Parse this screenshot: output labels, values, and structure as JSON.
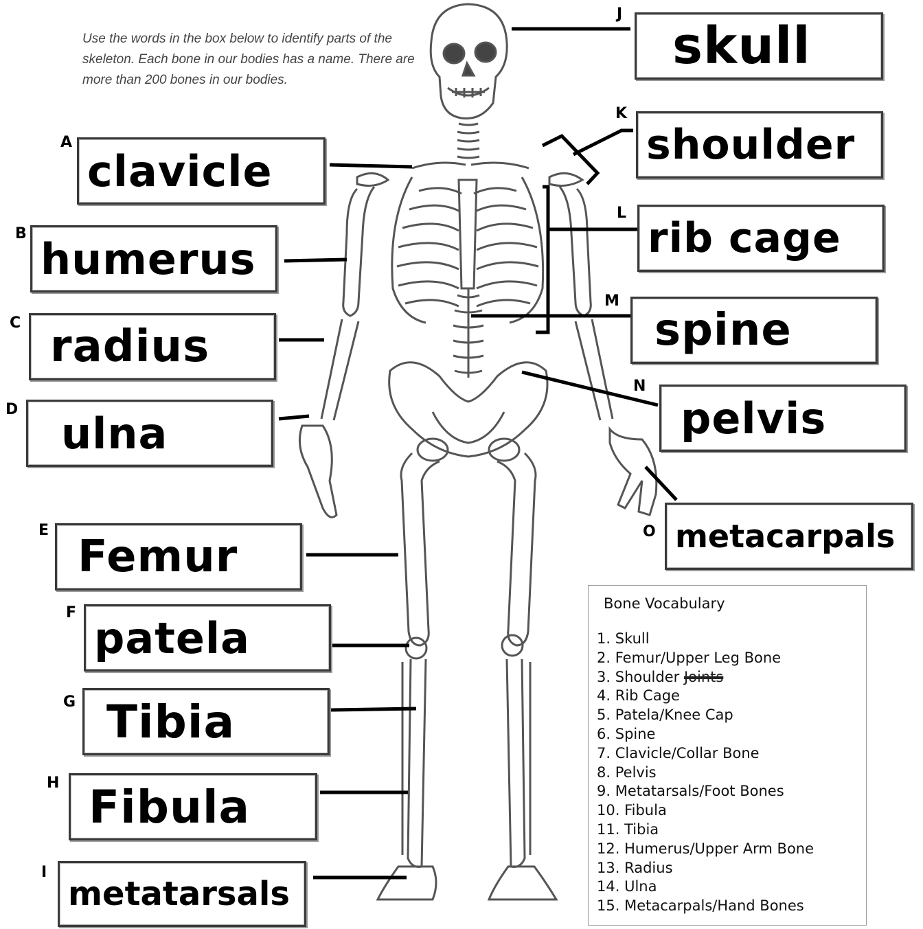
{
  "instructions": "Use the words in the box below to identify parts of the skeleton. Each bone in our bodies has a name. There are more than 200 bones in our bodies.",
  "labels": [
    {
      "letter": "J",
      "answer": "skull"
    },
    {
      "letter": "A",
      "answer": "clavicle"
    },
    {
      "letter": "K",
      "answer": "shoulder"
    },
    {
      "letter": "B",
      "answer": "humerus"
    },
    {
      "letter": "L",
      "answer": "rib cage"
    },
    {
      "letter": "C",
      "answer": "radius"
    },
    {
      "letter": "M",
      "answer": "spine"
    },
    {
      "letter": "D",
      "answer": "ulna"
    },
    {
      "letter": "N",
      "answer": "pelvis"
    },
    {
      "letter": "E",
      "answer": "Femur"
    },
    {
      "letter": "O",
      "answer": "metacarpals"
    },
    {
      "letter": "F",
      "answer": "patela"
    },
    {
      "letter": "G",
      "answer": "Tibia"
    },
    {
      "letter": "H",
      "answer": "Fibula"
    },
    {
      "letter": "I",
      "answer": "metatarsals"
    }
  ],
  "vocabulary": {
    "title": "Bone Vocabulary",
    "items": [
      {
        "num": "1.",
        "text": "Skull",
        "struck": ""
      },
      {
        "num": "2.",
        "text": "Femur/Upper Leg Bone",
        "struck": ""
      },
      {
        "num": "3.",
        "text": "Shoulder",
        "struck": "Joints"
      },
      {
        "num": "4.",
        "text": "Rib Cage",
        "struck": ""
      },
      {
        "num": "5.",
        "text": "Patela/Knee Cap",
        "struck": ""
      },
      {
        "num": "6.",
        "text": "Spine",
        "struck": ""
      },
      {
        "num": "7.",
        "text": "Clavicle/Collar Bone",
        "struck": ""
      },
      {
        "num": "8.",
        "text": "Pelvis",
        "struck": ""
      },
      {
        "num": "9.",
        "text": "Metatarsals/Foot Bones",
        "struck": ""
      },
      {
        "num": "10.",
        "text": "Fibula",
        "struck": ""
      },
      {
        "num": "11.",
        "text": "Tibia",
        "struck": ""
      },
      {
        "num": "12.",
        "text": "Humerus/Upper Arm Bone",
        "struck": ""
      },
      {
        "num": "13.",
        "text": "Radius",
        "struck": ""
      },
      {
        "num": "14.",
        "text": "Ulna",
        "struck": ""
      },
      {
        "num": "15.",
        "text": "Metacarpals/Hand Bones",
        "struck": ""
      }
    ]
  },
  "colors": {
    "ink": "#111111",
    "box_border": "#3a3a3a",
    "bone_outline": "#555555"
  }
}
